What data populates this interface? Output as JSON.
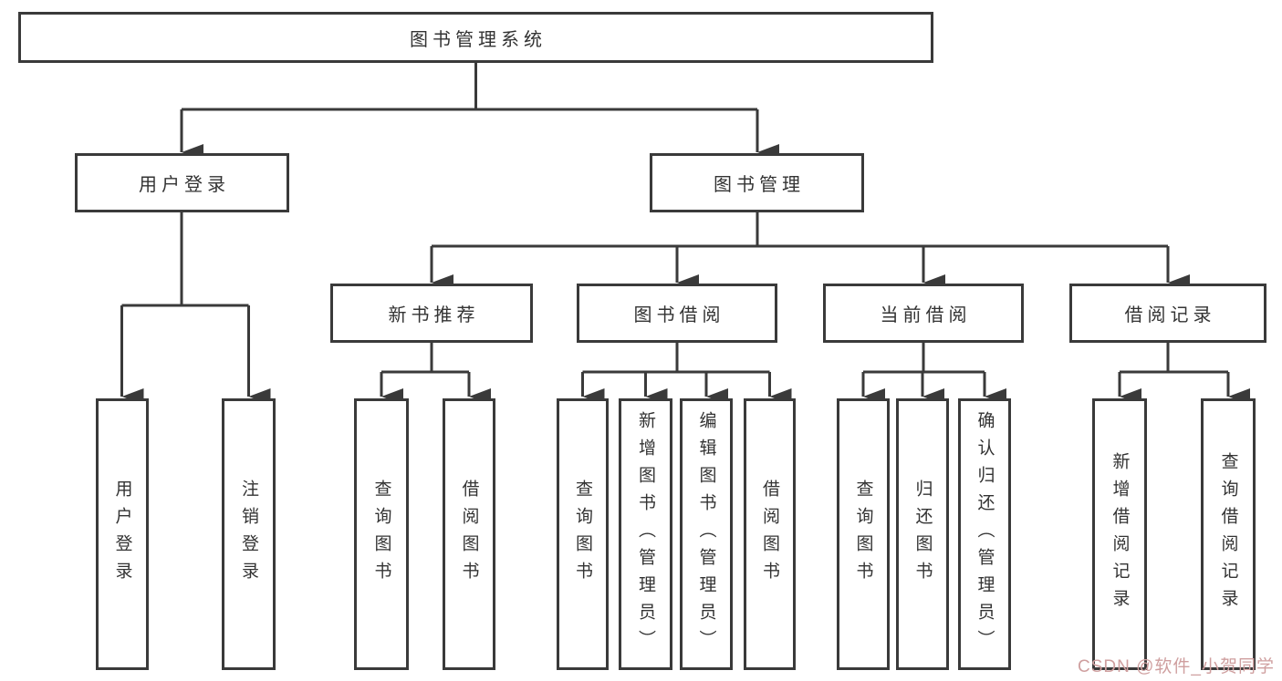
{
  "diagram": {
    "root": {
      "label": "图书管理系统"
    },
    "level2": [
      {
        "label": "用户登录",
        "children": [
          {
            "label": "用户登录"
          },
          {
            "label": "注销登录"
          }
        ]
      },
      {
        "label": "图书管理",
        "children": [
          {
            "label": "新书推荐",
            "children": [
              {
                "label": "查询图书"
              },
              {
                "label": "借阅图书"
              }
            ]
          },
          {
            "label": "图书借阅",
            "children": [
              {
                "label": "查询图书"
              },
              {
                "label": "新增图书（管理员）"
              },
              {
                "label": "编辑图书（管理员）"
              },
              {
                "label": "借阅图书"
              }
            ]
          },
          {
            "label": "当前借阅",
            "children": [
              {
                "label": "查询图书"
              },
              {
                "label": "归还图书"
              },
              {
                "label": "确认归还（管理员）"
              }
            ]
          },
          {
            "label": "借阅记录",
            "children": [
              {
                "label": "新增借阅记录"
              },
              {
                "label": "查询借阅记录"
              }
            ]
          }
        ]
      }
    ]
  },
  "watermark": {
    "text": "CSDN @软件_小贺同学"
  },
  "colors": {
    "line": "#3a3a3a",
    "text": "#333333",
    "watermark": "#cf9f9f",
    "background": "#ffffff"
  }
}
